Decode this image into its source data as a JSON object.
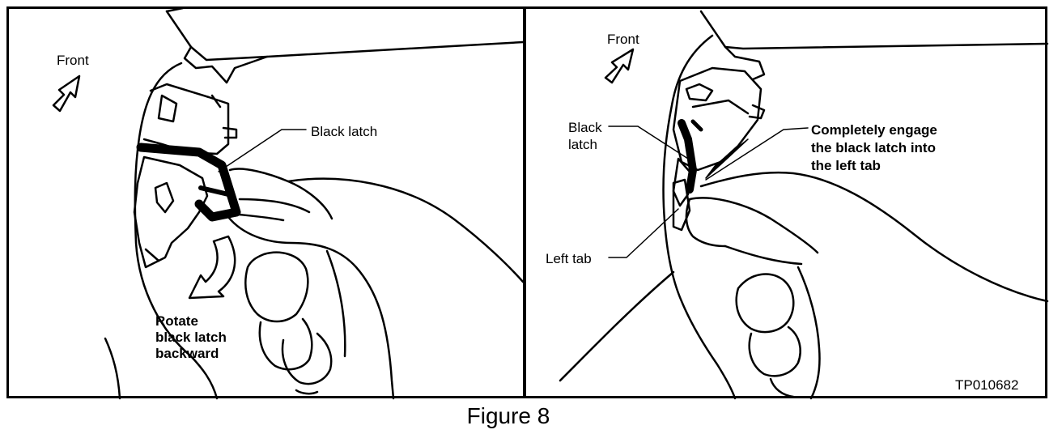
{
  "figure": {
    "caption": "Figure 8",
    "reference_code": "TP010682"
  },
  "left_panel": {
    "front_label": "Front",
    "black_latch_label": "Black latch",
    "rotate_instruction": [
      "Rotate",
      "black latch",
      "backward"
    ]
  },
  "right_panel": {
    "front_label": "Front",
    "black_latch_label": [
      "Black",
      "latch"
    ],
    "engage_instruction": [
      "Completely engage",
      "the black latch into",
      "the left tab"
    ],
    "left_tab_label": "Left tab"
  }
}
